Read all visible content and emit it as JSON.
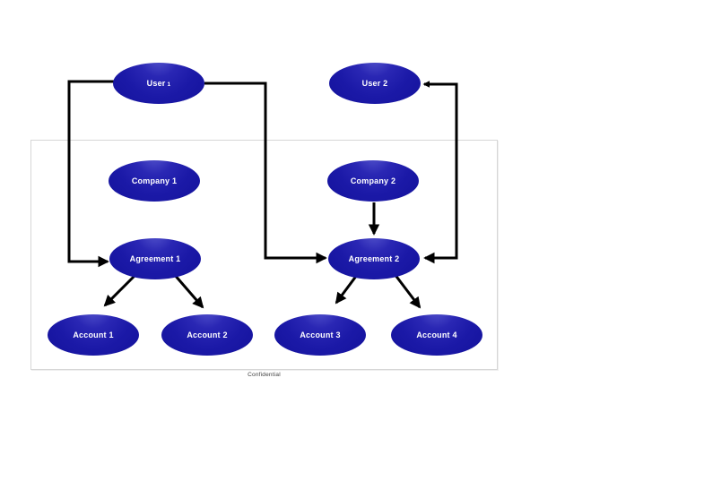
{
  "diagram": {
    "nodes": {
      "user1": {
        "label": "User 1",
        "label_main": "User",
        "label_sub": "1"
      },
      "user2": {
        "label": "User 2"
      },
      "company1": {
        "label": "Company 1"
      },
      "company2": {
        "label": "Company 2"
      },
      "agreement1": {
        "label": "Agreement 1"
      },
      "agreement2": {
        "label": "Agreement 2"
      },
      "account1": {
        "label": "Account 1"
      },
      "account2": {
        "label": "Account 2"
      },
      "account3": {
        "label": "Account 3"
      },
      "account4": {
        "label": "Account 4"
      }
    },
    "edges": [
      {
        "from": "User 1",
        "to": "Agreement 1",
        "type": "arrow"
      },
      {
        "from": "User 1",
        "to": "Agreement 2",
        "type": "arrow"
      },
      {
        "from": "User 2",
        "to": "Agreement 2",
        "type": "arrow",
        "double_headed": true
      },
      {
        "from": "Company 2",
        "to": "Agreement 2",
        "type": "arrow"
      },
      {
        "from": "Agreement 1",
        "to": "Account 1",
        "type": "arrow"
      },
      {
        "from": "Agreement 1",
        "to": "Account 2",
        "type": "arrow"
      },
      {
        "from": "Agreement 2",
        "to": "Account 3",
        "type": "arrow"
      },
      {
        "from": "Agreement 2",
        "to": "Account 4",
        "type": "arrow"
      }
    ],
    "watermark": "Confidential",
    "colors": {
      "node_fill": "#1b19a7",
      "node_fill_highlight": "#5555cd",
      "node_text": "#ffffff",
      "connector": "#000000",
      "frame_border": "#d6d6d6",
      "watermark_text": "#3f3f3f",
      "background": "#ffffff"
    }
  }
}
